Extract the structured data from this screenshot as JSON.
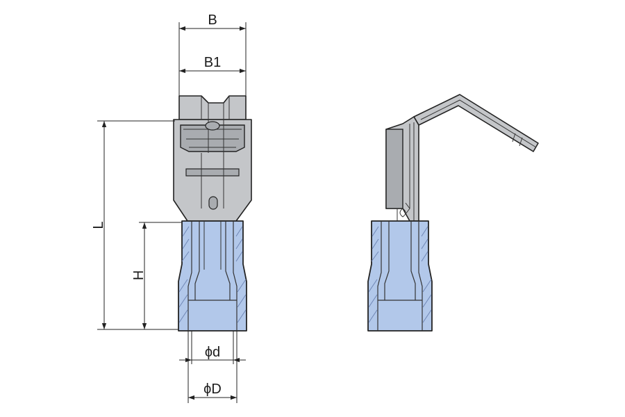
{
  "dimensions": {
    "B": "B",
    "B1": "B1",
    "L": "L",
    "H": "H",
    "d": "ϕd",
    "D": "ϕD"
  },
  "colors": {
    "metal": "#c4c6c9",
    "sleeve": "#b2c8ea",
    "outline": "#222222"
  }
}
